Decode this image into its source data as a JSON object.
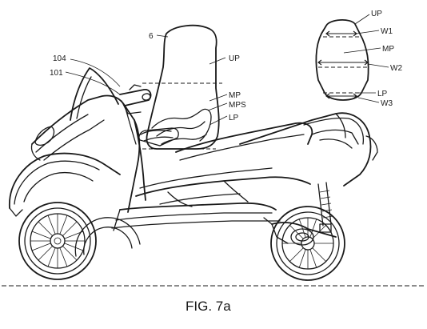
{
  "figure": {
    "caption": "FIG. 7a",
    "labels": {
      "ref_6": "6",
      "ref_104": "104",
      "ref_101": "101",
      "up": "UP",
      "mp": "MP",
      "mps": "MPS",
      "lp": "LP"
    },
    "inset_labels": {
      "up": "UP",
      "w1": "W1",
      "mp": "MP",
      "w2": "W2",
      "lp": "LP",
      "w3": "W3"
    }
  }
}
